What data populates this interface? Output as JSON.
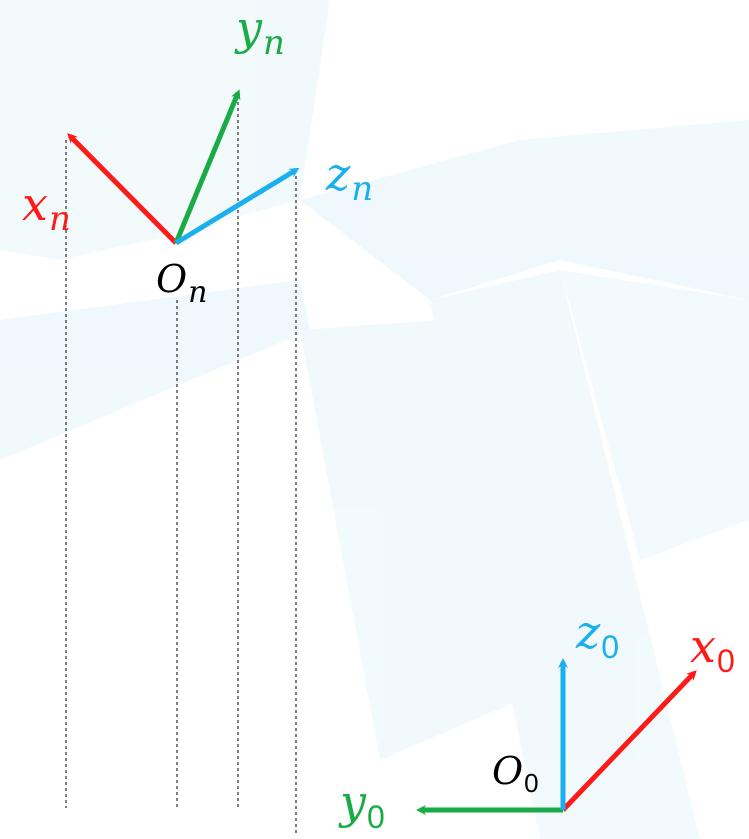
{
  "colors": {
    "x_axis": "#ff1a1a",
    "y_axis": "#1aab46",
    "z_axis": "#1ab0ee",
    "text": "#000000",
    "background_watermark": "#e8f6fb"
  },
  "frame_n": {
    "origin_label": {
      "base": "O",
      "sub": "n"
    },
    "x_label": {
      "base": "x",
      "sub": "n"
    },
    "y_label": {
      "base": "y",
      "sub": "n"
    },
    "z_label": {
      "base": "z",
      "sub": "n"
    }
  },
  "frame_0": {
    "origin_label": {
      "base": "O",
      "sub": "0"
    },
    "x_label": {
      "base": "x",
      "sub": "0"
    },
    "y_label": {
      "base": "y",
      "sub": "0"
    },
    "z_label": {
      "base": "z",
      "sub": "0"
    }
  }
}
